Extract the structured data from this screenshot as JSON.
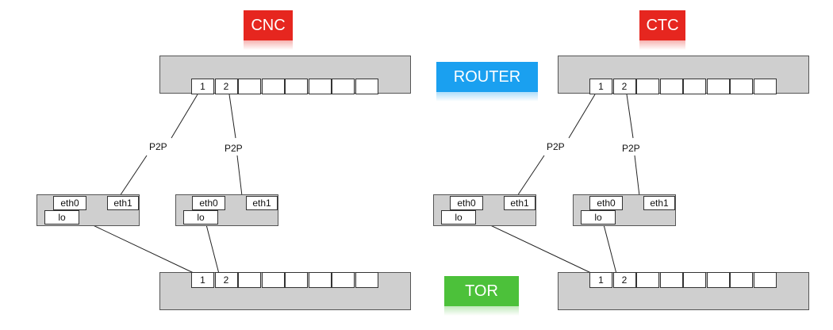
{
  "sites": [
    {
      "name": "CNC",
      "color": "#e6261f"
    },
    {
      "name": "CTC",
      "color": "#e6261f"
    }
  ],
  "layers": {
    "router": {
      "label": "ROUTER",
      "color": "#1aa0f0"
    },
    "tor": {
      "label": "TOR",
      "color": "#4cc13a"
    }
  },
  "ports": [
    "1",
    "2",
    "",
    "",
    "",
    "",
    "",
    ""
  ],
  "link_label": "P2P",
  "hosts": [
    {
      "ifaces": [
        "eth0",
        "eth1",
        "lo"
      ]
    },
    {
      "ifaces": [
        "eth0",
        "eth1",
        "lo"
      ]
    }
  ]
}
